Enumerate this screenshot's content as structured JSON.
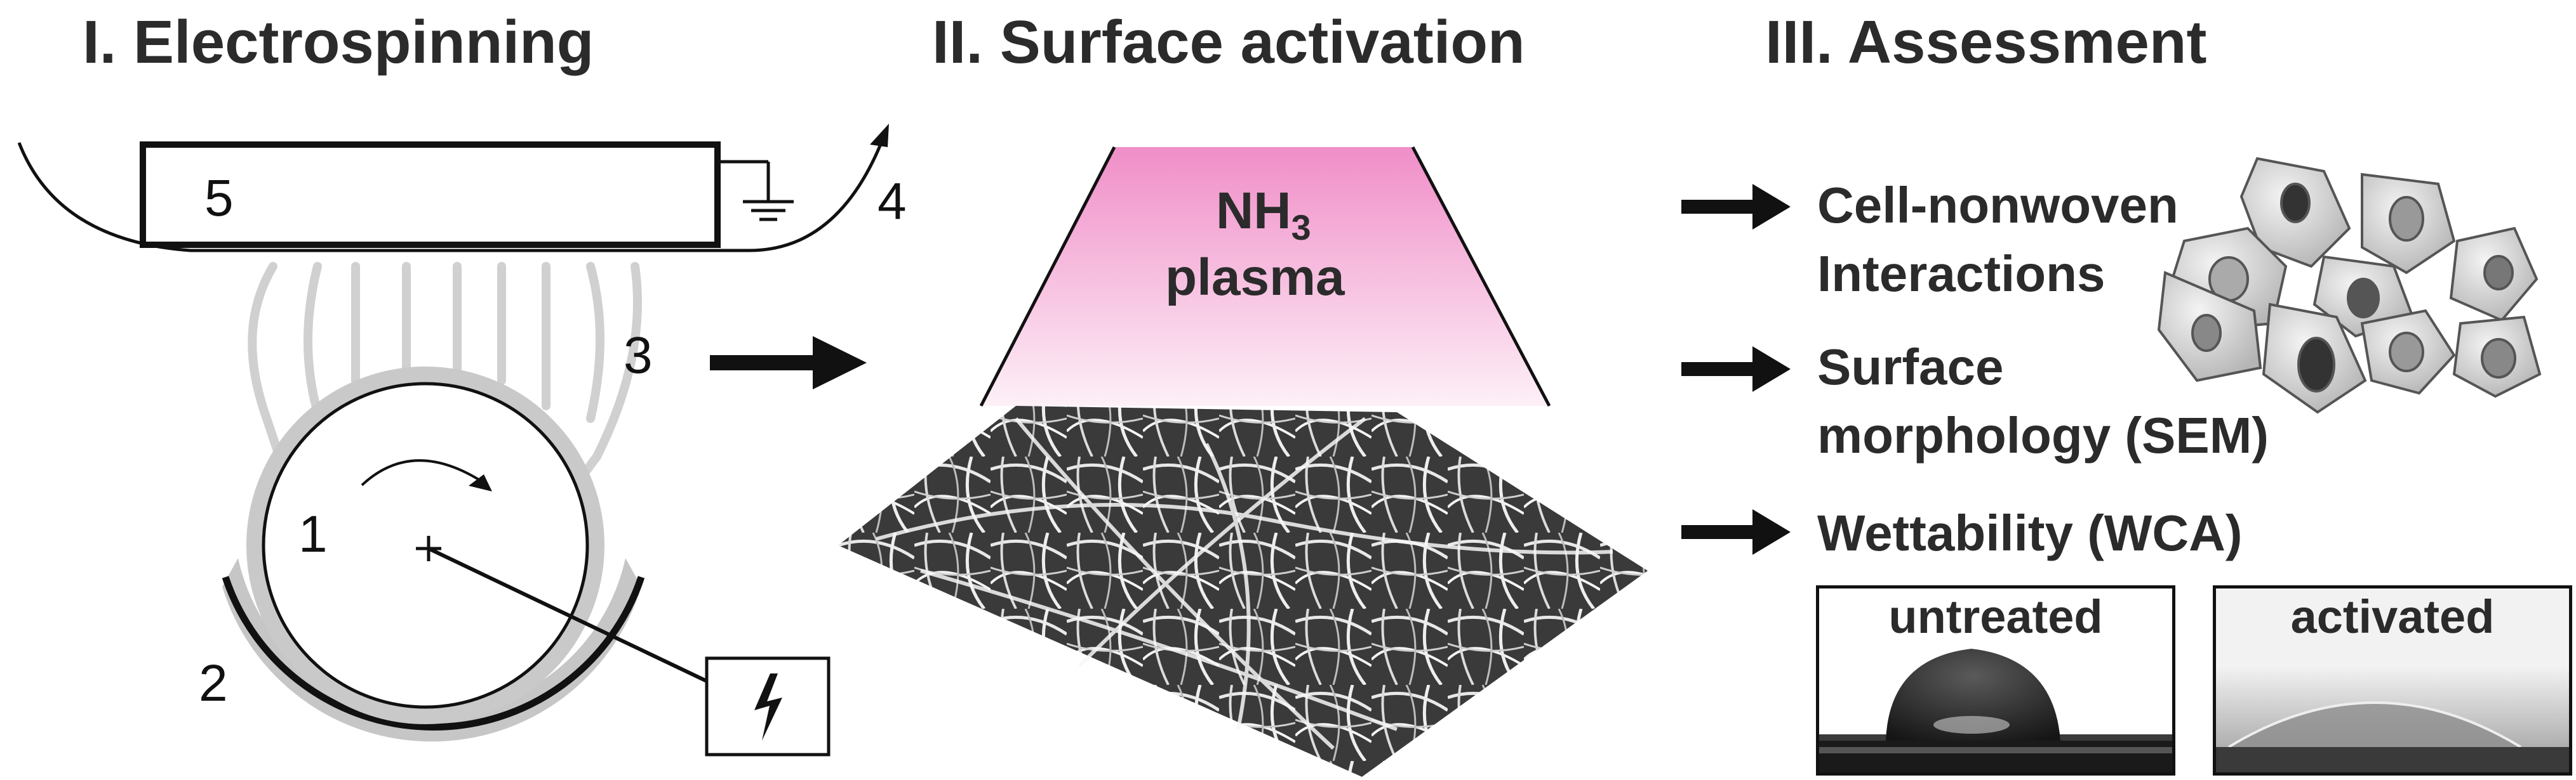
{
  "panels": {
    "electrospinning": {
      "title": "I. Electrospinning"
    },
    "activation": {
      "title": "II. Surface activation"
    },
    "assessment": {
      "title": "III. Assessment"
    }
  },
  "setup_labels": {
    "n1": "1",
    "n2": "2",
    "n3": "3",
    "n4": "4",
    "n5": "5"
  },
  "plasma": {
    "gas": "NH",
    "subscript": "3",
    "word": "plasma"
  },
  "assessment_items": {
    "cell_line1": "Cell-nonwoven",
    "cell_line2": "Interactions",
    "surface_line1": "Surface",
    "surface_line2": "morphology (SEM)",
    "wettability": "Wettability (WCA)"
  },
  "wca": {
    "untreated": "untreated",
    "activated": "activated"
  },
  "colors": {
    "plasma_top": "#f08ec8",
    "plasma_bottom": "#fdf0f7",
    "collector_gray": "#c6c6c6",
    "text": "#2b2b2b"
  },
  "icons": [
    "arrow-right-icon",
    "ground-icon",
    "high-voltage-icon",
    "rotation-arrow-icon",
    "cells-icon",
    "water-droplet-icon"
  ]
}
